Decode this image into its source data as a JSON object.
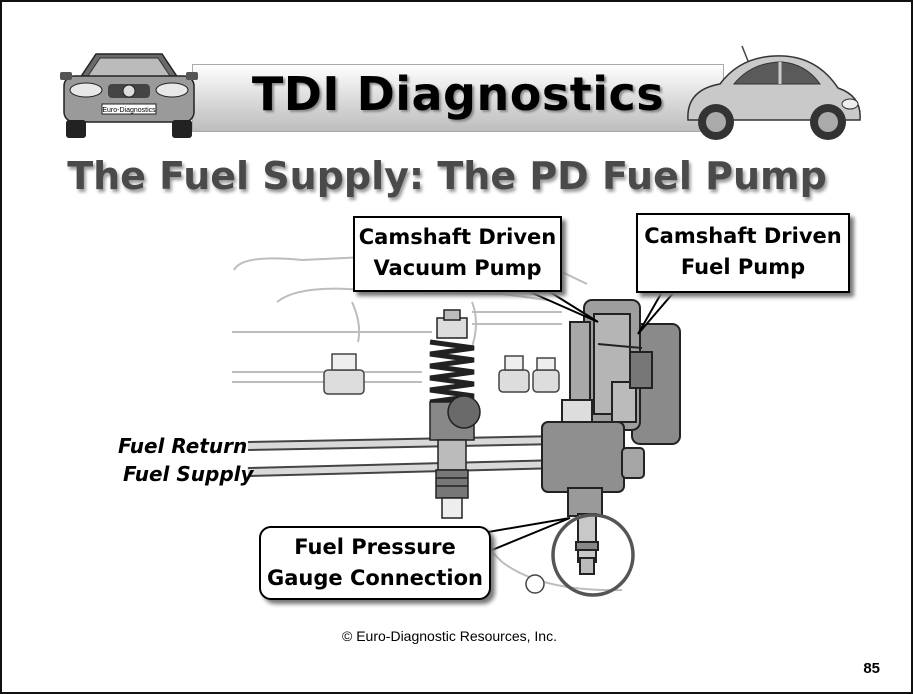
{
  "header": {
    "title": "TDI Diagnostics"
  },
  "slide": {
    "title": "The Fuel Supply: The PD Fuel Pump"
  },
  "callouts": {
    "vacuum_pump": {
      "line1": "Camshaft Driven",
      "line2": "Vacuum Pump"
    },
    "fuel_pump": {
      "line1": "Camshaft Driven",
      "line2": "Fuel Pump"
    },
    "gauge": {
      "line1": "Fuel Pressure",
      "line2": "Gauge Connection"
    }
  },
  "labels": {
    "fuel_return": "Fuel Return",
    "fuel_supply": "Fuel Supply"
  },
  "car_plate": "Euro-Diagnostics",
  "footer": {
    "copyright": "© Euro-Diagnostic Resources, Inc.",
    "page_number": "85"
  }
}
